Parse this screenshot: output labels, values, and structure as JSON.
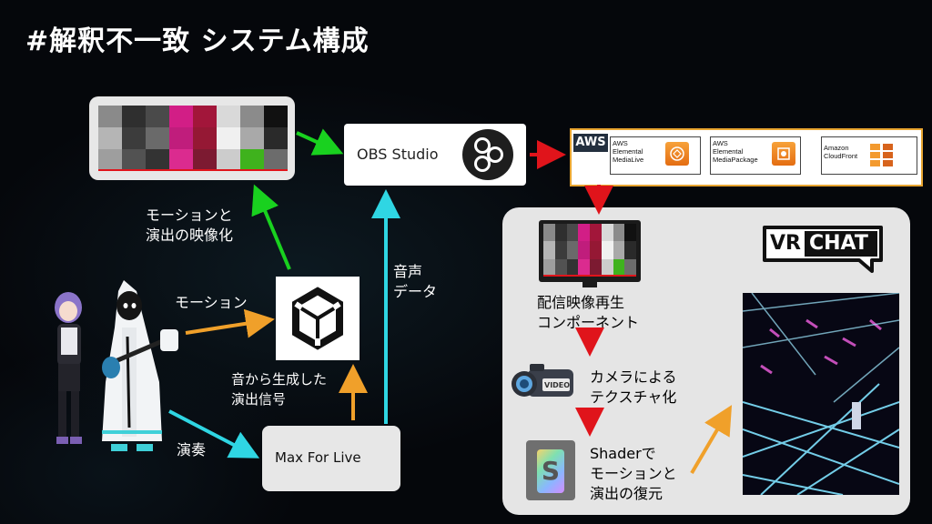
{
  "title": "#解釈不一致 システム構成",
  "obs": {
    "label": "OBS Studio"
  },
  "aws": {
    "tag": "AWS",
    "services": [
      {
        "name": "AWS\nElemental\nMediaLive",
        "icon": "medialive-icon"
      },
      {
        "name": "AWS\nElemental\nMediaPackage",
        "icon": "mediapackage-icon"
      },
      {
        "name": "Amazon\nCloudFront",
        "icon": "cloudfront-icon"
      }
    ]
  },
  "labels": {
    "motion_visualize": "モーションと\n演出の映像化",
    "motion": "モーション",
    "audio_data": "音声\nデータ",
    "sound_to_signal": "音から生成した\n演出信号",
    "performance": "演奏",
    "player_component": "配信映像再生\nコンポーネント",
    "camera_texture": "カメラによる\nテクスチャ化",
    "shader_restore": "Shaderで\nモーションと\n演出の復元"
  },
  "max_for_live": {
    "label": "Max For Live"
  },
  "vrchat": {
    "logo_vr": "VR",
    "logo_chat": "CHAT"
  },
  "video_badge": "VIDEO",
  "shader_letter": "S",
  "colors": {
    "green_arrow": "#19d11f",
    "cyan_arrow": "#2fd6e3",
    "orange_arrow": "#f0a02a",
    "red_arrow": "#e0141b",
    "aws_orange": "#e8a530"
  },
  "mosaic": {
    "cells": [
      "#8a8a8a",
      "#2f2f2f",
      "#4a4a4a",
      "#d21e86",
      "#a2163a",
      "#d9d9d9",
      "#8b8b8b",
      "#111111",
      "#b5b5b5",
      "#3c3c3c",
      "#6a6a6a",
      "#c01d7c",
      "#951834",
      "#f0f0f0",
      "#a9a9a9",
      "#2a2a2a",
      "#9e9e9e",
      "#525252",
      "#333333",
      "#db2b8f",
      "#7c1a31",
      "#cccccc",
      "#3fb21d",
      "#6c6c6c"
    ]
  }
}
